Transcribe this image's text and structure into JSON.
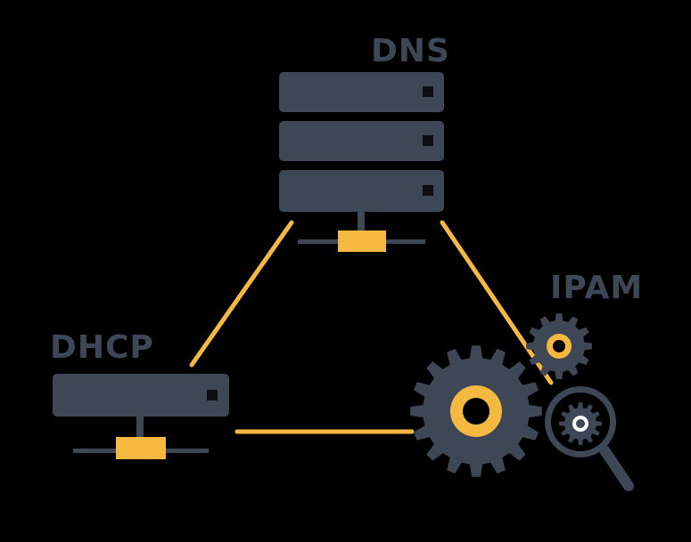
{
  "labels": {
    "dns": "DNS",
    "dhcp": "DHCP",
    "ipam": "IPAM"
  },
  "nodes": [
    {
      "id": "dns",
      "icon": "server-rack-icon"
    },
    {
      "id": "dhcp",
      "icon": "server-unit-icon"
    },
    {
      "id": "ipam",
      "icon": "gears-magnifier-icon"
    }
  ],
  "links": [
    {
      "from": "dns",
      "to": "dhcp"
    },
    {
      "from": "dns",
      "to": "ipam"
    },
    {
      "from": "dhcp",
      "to": "ipam"
    }
  ],
  "colors": {
    "background": "#000000",
    "device": "#3e4756",
    "accent": "#f5b942",
    "label": "#3e4756",
    "port": "#0b0f15"
  }
}
